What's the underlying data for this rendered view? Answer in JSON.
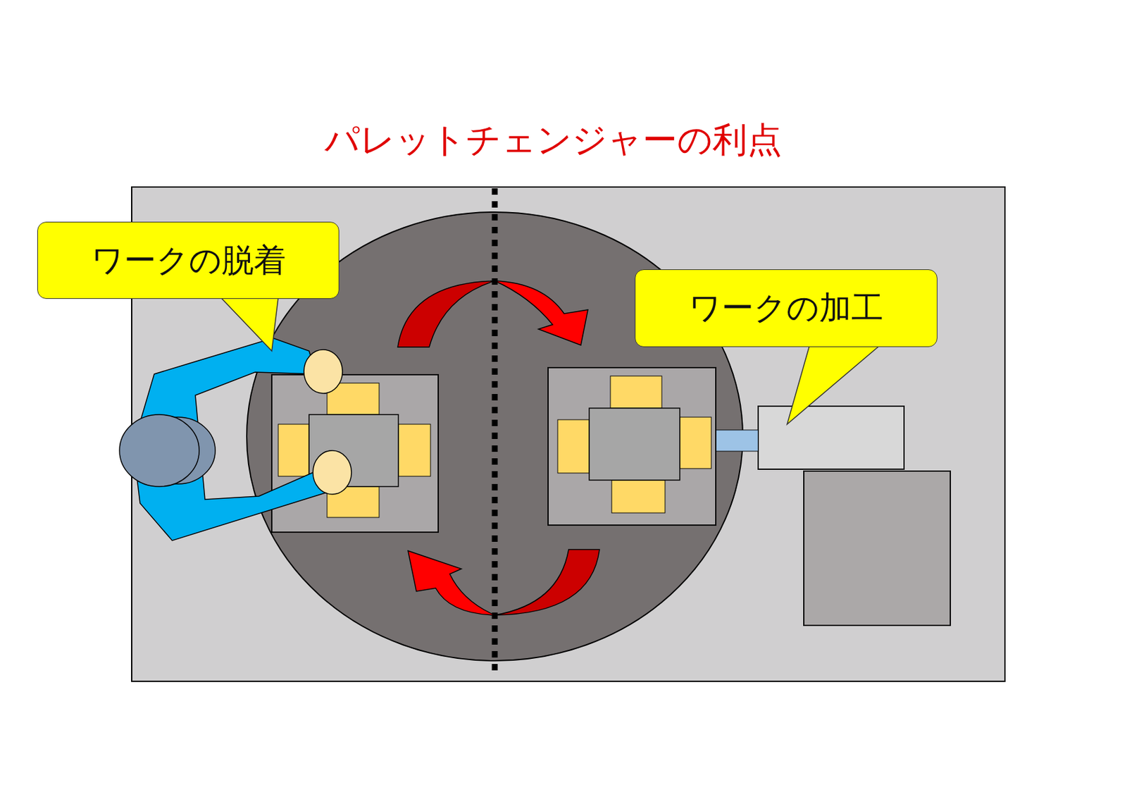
{
  "diagram": {
    "title": "パレットチェンジャーの利点",
    "nodes": [
      {
        "text": [
          "ワークの脱着"
        ]
      },
      {
        "text": [
          "ワークの加工"
        ]
      }
    ]
  }
}
